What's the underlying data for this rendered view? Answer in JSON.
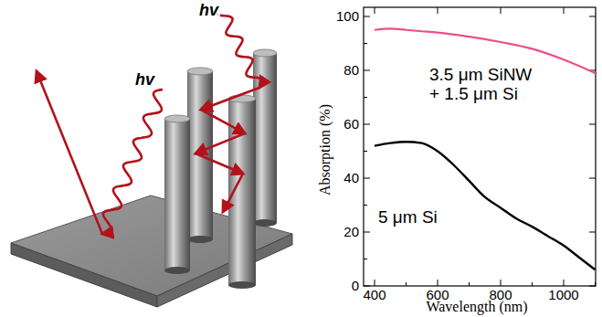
{
  "diagram": {
    "labels": [
      "hv",
      "hv",
      "Absorption (%)",
      "100",
      "80",
      "60",
      "40",
      "20",
      "0",
      "400",
      "600",
      "800",
      "1000",
      "Wavelength (nm)",
      "3.5 μm SiNW + 1.5 μm Si",
      "5 μm Si"
    ]
  }
}
